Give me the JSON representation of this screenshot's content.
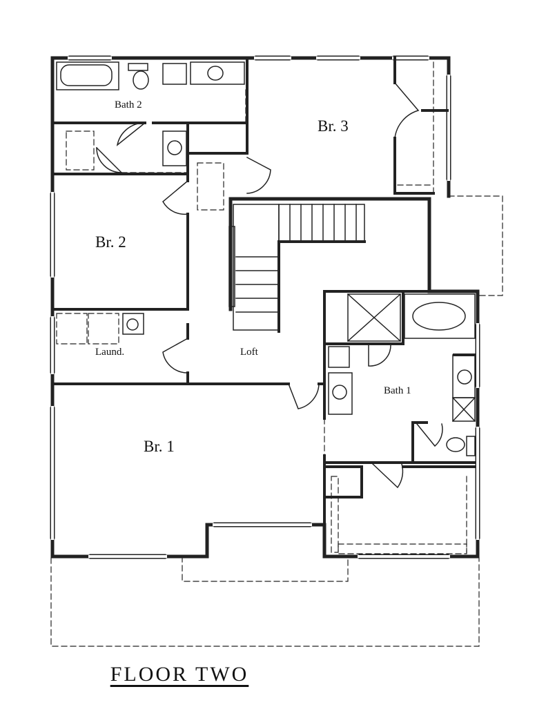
{
  "plan": {
    "title": "FLOOR TWO",
    "rooms": {
      "bath2": "Bath 2",
      "br3": "Br. 3",
      "br2": "Br. 2",
      "laundry": "Laund.",
      "loft": "Loft",
      "bath1": "Bath 1",
      "br1": "Br. 1"
    }
  }
}
